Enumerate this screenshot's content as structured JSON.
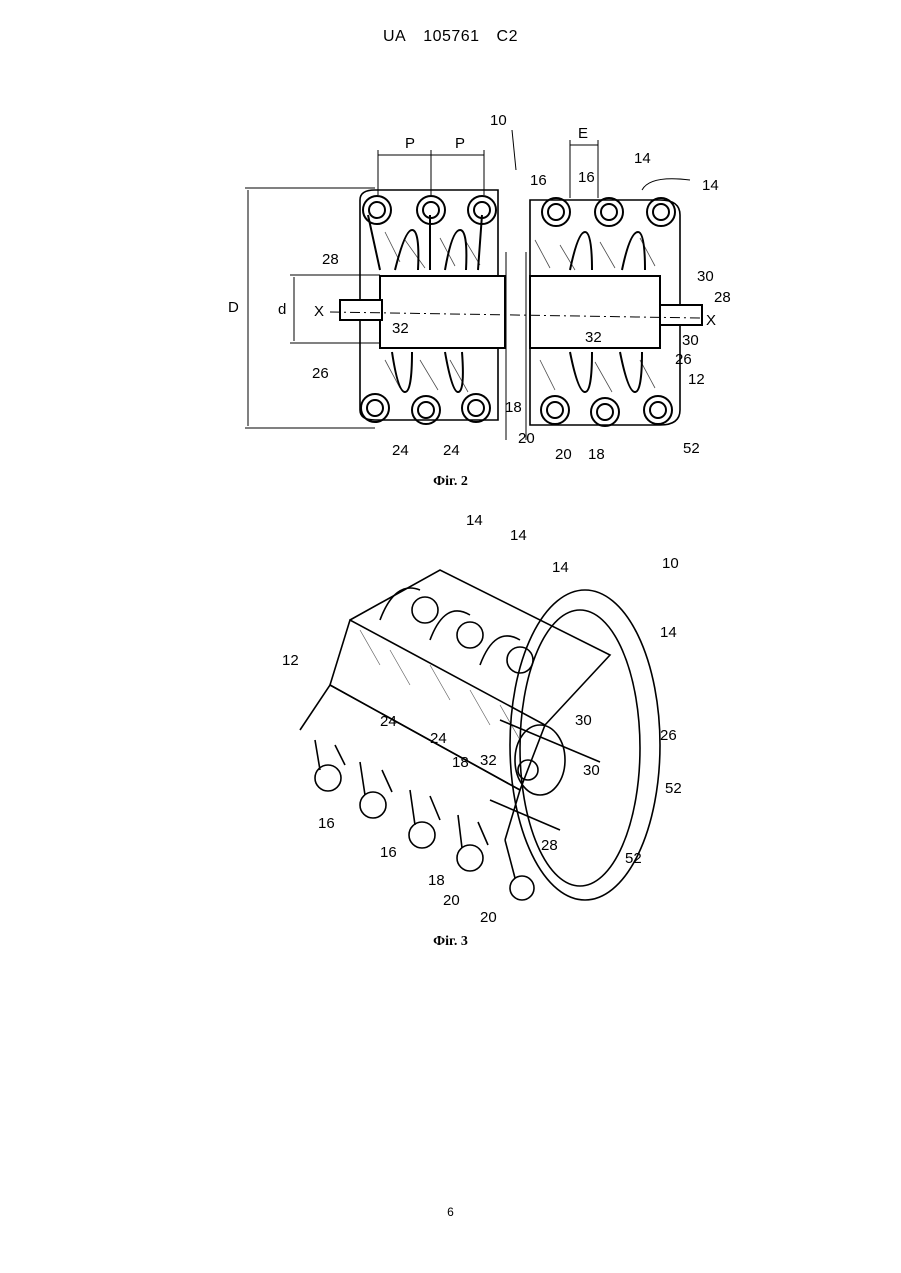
{
  "header": {
    "country": "UA",
    "number": "105761",
    "kind": "C2"
  },
  "figure2": {
    "caption": "Фіг. 2",
    "labels": {
      "P1": "P",
      "P2": "P",
      "ten": "10",
      "E": "E",
      "f16a": "16",
      "f16b": "16",
      "f14a": "14",
      "f14b": "14",
      "D": "D",
      "d": "d",
      "f28l": "28",
      "Xl": "X",
      "f32l": "32",
      "f26l": "26",
      "f24a": "24",
      "f24b": "24",
      "f30a": "30",
      "f28r": "28",
      "f32r": "32",
      "Xr": "X",
      "f30b": "30",
      "f26r": "26",
      "f12": "12",
      "f18a": "18",
      "f20a": "20",
      "f20b": "20",
      "f18b": "18",
      "f52": "52"
    }
  },
  "figure3": {
    "caption": "Фіг. 3",
    "labels": {
      "f14a": "14",
      "f14b": "14",
      "f14c": "14",
      "f14d": "14",
      "ten": "10",
      "f12": "12",
      "f24a": "24",
      "f24b": "24",
      "f30a": "30",
      "f26": "26",
      "f32": "32",
      "f30b": "30",
      "f18a": "18",
      "f52a": "52",
      "f16a": "16",
      "f16b": "16",
      "f28": "28",
      "f18b": "18",
      "f20a": "20",
      "f20b": "20",
      "f52b": "52"
    }
  },
  "page_number": "6"
}
